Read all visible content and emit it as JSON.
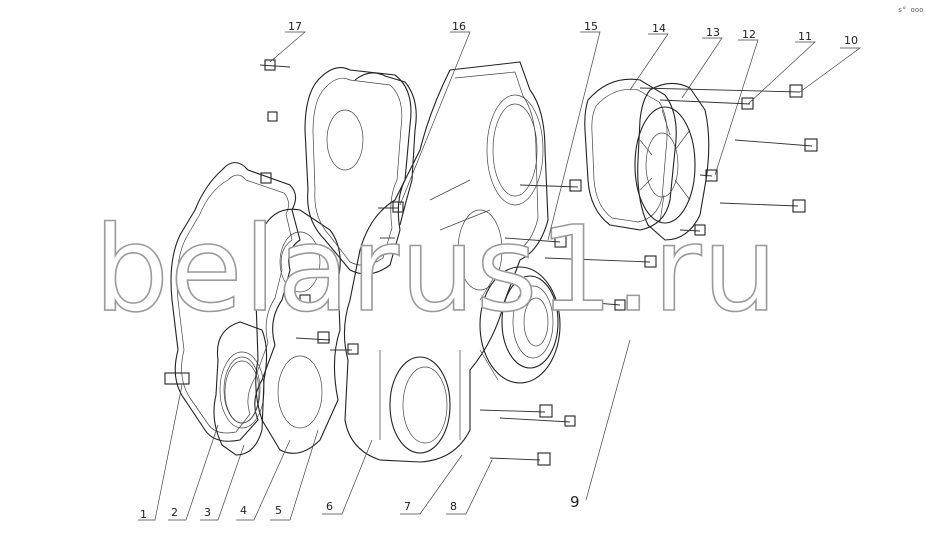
{
  "watermark": "belarus1.ru",
  "corner_mark": "s° ooo",
  "callouts": [
    "1",
    "2",
    "3",
    "4",
    "5",
    "6",
    "7",
    "8",
    "9",
    "10",
    "11",
    "12",
    "13",
    "14",
    "15",
    "16",
    "17"
  ]
}
